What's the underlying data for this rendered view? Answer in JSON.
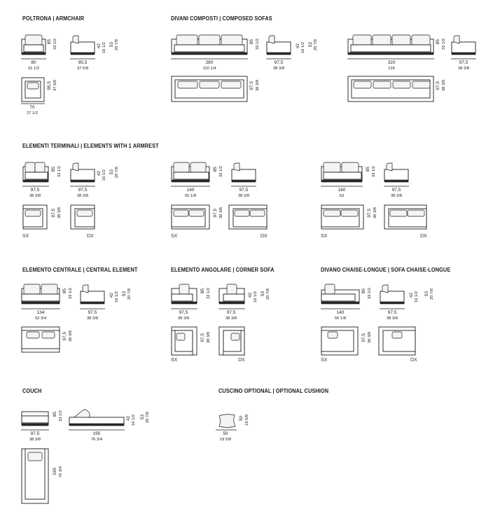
{
  "sections": {
    "armchair": "POLTRONA | ARMCHAIR",
    "composed": "DIVANI COMPOSTI | COMPOSED SOFAS",
    "terminal": "ELEMENTI TERMINALI | ELEMENTS WITH 1 ARMREST",
    "central": "ELEMENTO CENTRALE | CENTRAL ELEMENT",
    "corner": "ELEMENTO ANGOLARE | CORNER SOFA",
    "chaise": "DIVANO CHAISE-LONGUE | SOFA CHAISE-LONGUE",
    "couch": "COUCH",
    "cushion": "CUSCINO OPTIONAL | OPTIONAL CUSHION"
  },
  "labels": {
    "sx": "SX",
    "dx": "DX"
  },
  "dims": {
    "h85": "85",
    "h85in": "33 1/2",
    "h42": "42",
    "h42in": "16 1/2",
    "h53": "53",
    "h53in": "20 7/8",
    "w80": "80",
    "w80in": "31 1/2",
    "w95": "95,5",
    "w95in": "37 5/8",
    "w70": "70",
    "w70in": "27 1/2",
    "w280": "280",
    "w280in": "110 1/4",
    "w320": "320",
    "w320in": "126",
    "w97": "97,5",
    "w97in": "38 3/8",
    "w140": "140",
    "w140in": "55 1/8",
    "w160": "160",
    "w160in": "63",
    "w134": "134",
    "w134in": "52 3/4",
    "w195": "195",
    "w195in": "76 3/4",
    "w50": "50",
    "w50in": "19 5/8"
  },
  "icons": [
    "sofa-front-view",
    "sofa-side-view",
    "sofa-top-view",
    "cushion-view"
  ]
}
